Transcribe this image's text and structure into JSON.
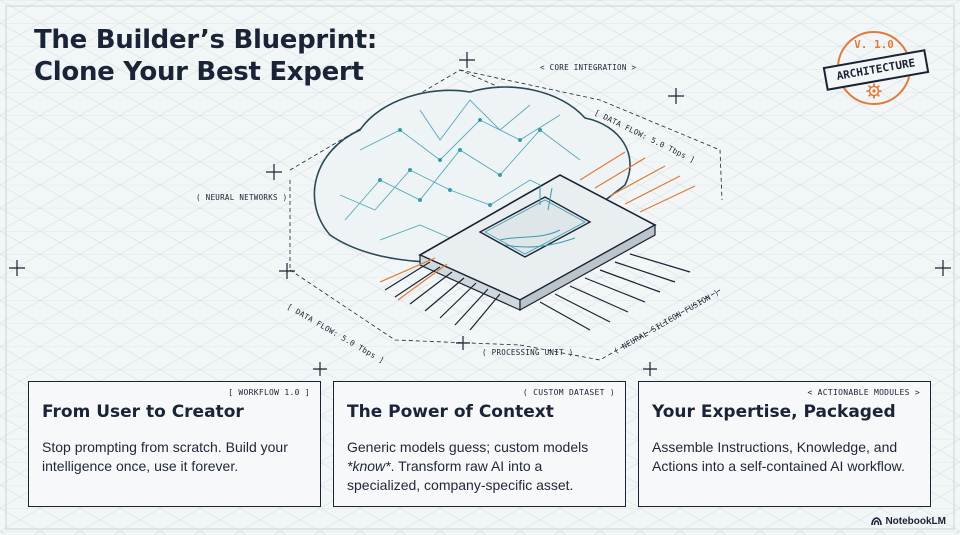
{
  "title": {
    "line1": "The Builder’s Blueprint:",
    "line2": "Clone Your Best Expert"
  },
  "badge": {
    "version": "V. 1.0",
    "word": "ARCHITECTURE",
    "icon": "gear-icon"
  },
  "diagram_labels": {
    "core_integration": "< CORE INTEGRATION >",
    "data_flow_top": "[ DATA FLOW: 5.0 Tbps ]",
    "neural_networks": "( NEURAL NETWORKS )",
    "data_flow_bottom": "[ DATA FLOW: 5.0 Tbps ]",
    "processing_unit": "( PROCESSING UNIT )",
    "neural_silicon_fusion": "( NEURAL-SILICON FUSION )"
  },
  "cards": [
    {
      "tag": "[ WORKFLOW 1.0 ]",
      "title": "From User to Creator",
      "body": "Stop prompting from scratch. Build your intelligence once, use it forever."
    },
    {
      "tag": "( CUSTOM DATASET )",
      "title": "The Power of Context",
      "body_pre": "Generic models guess; custom models ",
      "body_em": "*know*",
      "body_post": ". Transform raw AI into a specialized, company-specific asset."
    },
    {
      "tag": "< ACTIONABLE MODULES >",
      "title": "Your Expertise, Packaged",
      "body": "Assemble Instructions, Knowledge, and Actions into a self-contained AI workflow."
    }
  ],
  "brand": {
    "name": "NotebookLM"
  },
  "colors": {
    "ink": "#1b2233",
    "teal": "#3a9bb0",
    "orange": "#e07b3a",
    "paper": "#f3f6f7"
  }
}
